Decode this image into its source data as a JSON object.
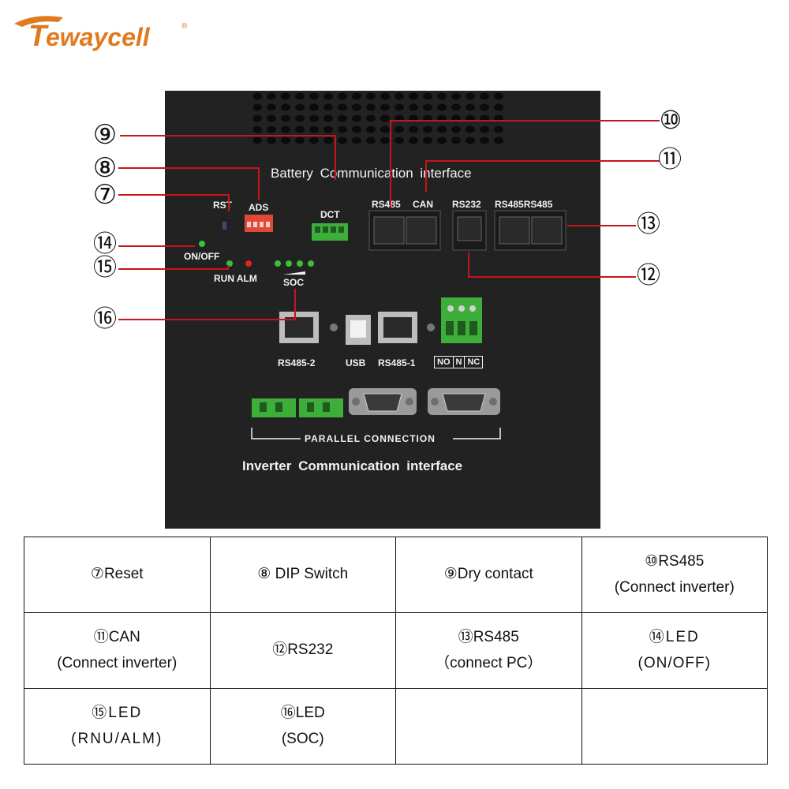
{
  "brand": {
    "name": "Tewaycell"
  },
  "colors": {
    "brand_orange": "#E07A1F",
    "panel": "#222223",
    "leader_line": "#C8141C",
    "led_green": "#3DBE3A",
    "led_red": "#E0241E",
    "terminal_green": "#3DAE3A"
  },
  "panel": {
    "battery_title": "Battery Communication interface",
    "inverter_title": "Inverter Communication interface",
    "parallel_label": "PARALLEL CONNECTION",
    "labels": {
      "rst": "RST",
      "ads": "ADS",
      "dct": "DCT",
      "rs485_top": "RS485",
      "can": "CAN",
      "rs232": "RS232",
      "rs485_pc": "RS485RS485",
      "on_off": "ON/OFF",
      "run_alm": "RUN ALM",
      "soc": "SOC",
      "rs485_2": "RS485-2",
      "usb": "USB",
      "rs485_1": "RS485-1",
      "no": "NO",
      "n": "N",
      "nc": "NC"
    }
  },
  "callouts": {
    "c7": "⑦",
    "c8": "⑧",
    "c9": "⑨",
    "c10": "⑩",
    "c11": "⑪",
    "c12": "⑫",
    "c13": "⑬",
    "c14": "⑭",
    "c15": "⑮",
    "c16": "⑯"
  },
  "legend": {
    "rows": [
      [
        {
          "line1": "⑦Reset",
          "line2": ""
        },
        {
          "line1": "⑧ DIP Switch",
          "line2": ""
        },
        {
          "line1": "⑨Dry contact",
          "line2": ""
        },
        {
          "line1": "⑩RS485",
          "line2": "(Connect inverter)"
        }
      ],
      [
        {
          "line1": "⑪CAN",
          "line2": "(Connect inverter)"
        },
        {
          "line1": "⑫RS232",
          "line2": ""
        },
        {
          "line1": "⑬RS485",
          "line2": "（connect PC）"
        },
        {
          "line1": "⑭LED",
          "line2": "(ON/OFF)"
        }
      ],
      [
        {
          "line1": "⑮LED",
          "line2": "(RNU/ALM)"
        },
        {
          "line1": "⑯LED",
          "line2": "(SOC)"
        },
        {
          "line1": "",
          "line2": ""
        },
        {
          "line1": "",
          "line2": ""
        }
      ]
    ]
  }
}
